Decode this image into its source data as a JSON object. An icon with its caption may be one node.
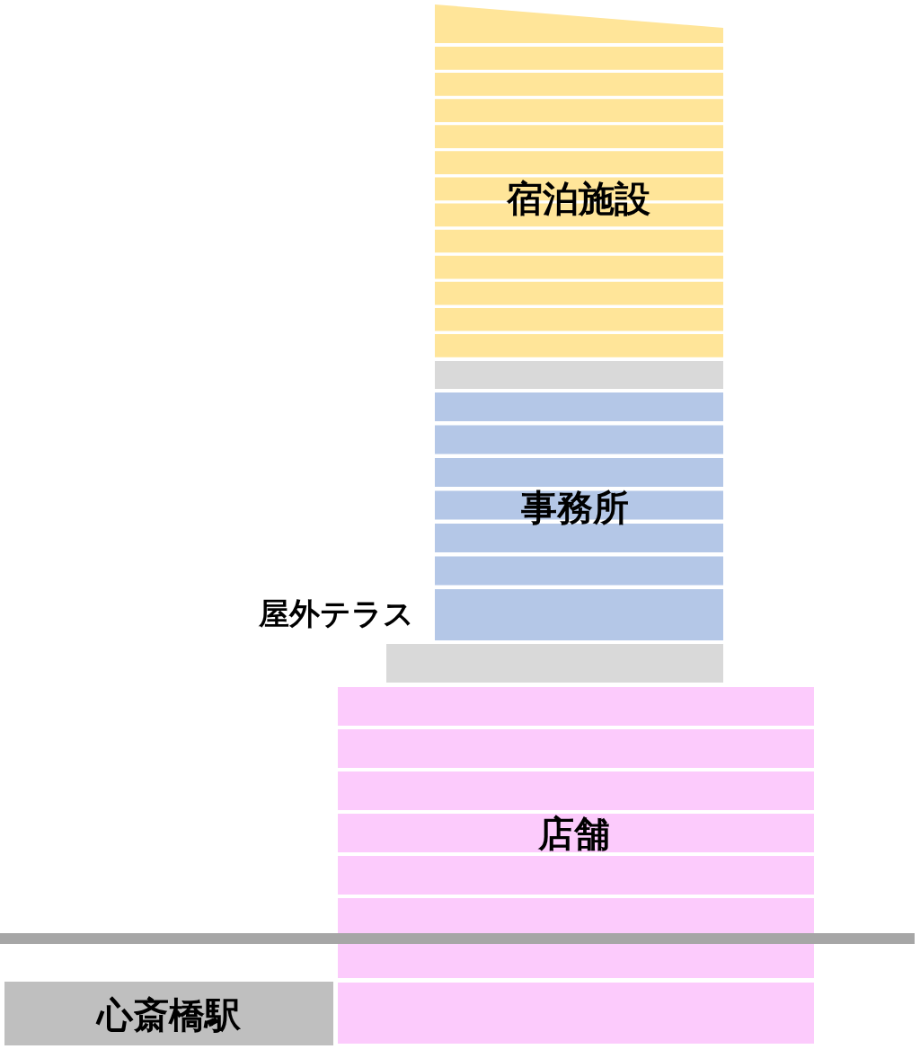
{
  "diagram": {
    "nodes": [
      {
        "text": [
          "宿泊施設"
        ]
      },
      {
        "text": [],
        "shape": "bar"
      },
      {
        "text": [
          "事務所"
        ]
      },
      {
        "text": [],
        "shape": "bar"
      },
      {
        "text": [
          "店舗"
        ]
      },
      {
        "text": [
          "心斎橋駅"
        ]
      }
    ],
    "labels": [
      "屋外テラス"
    ]
  }
}
